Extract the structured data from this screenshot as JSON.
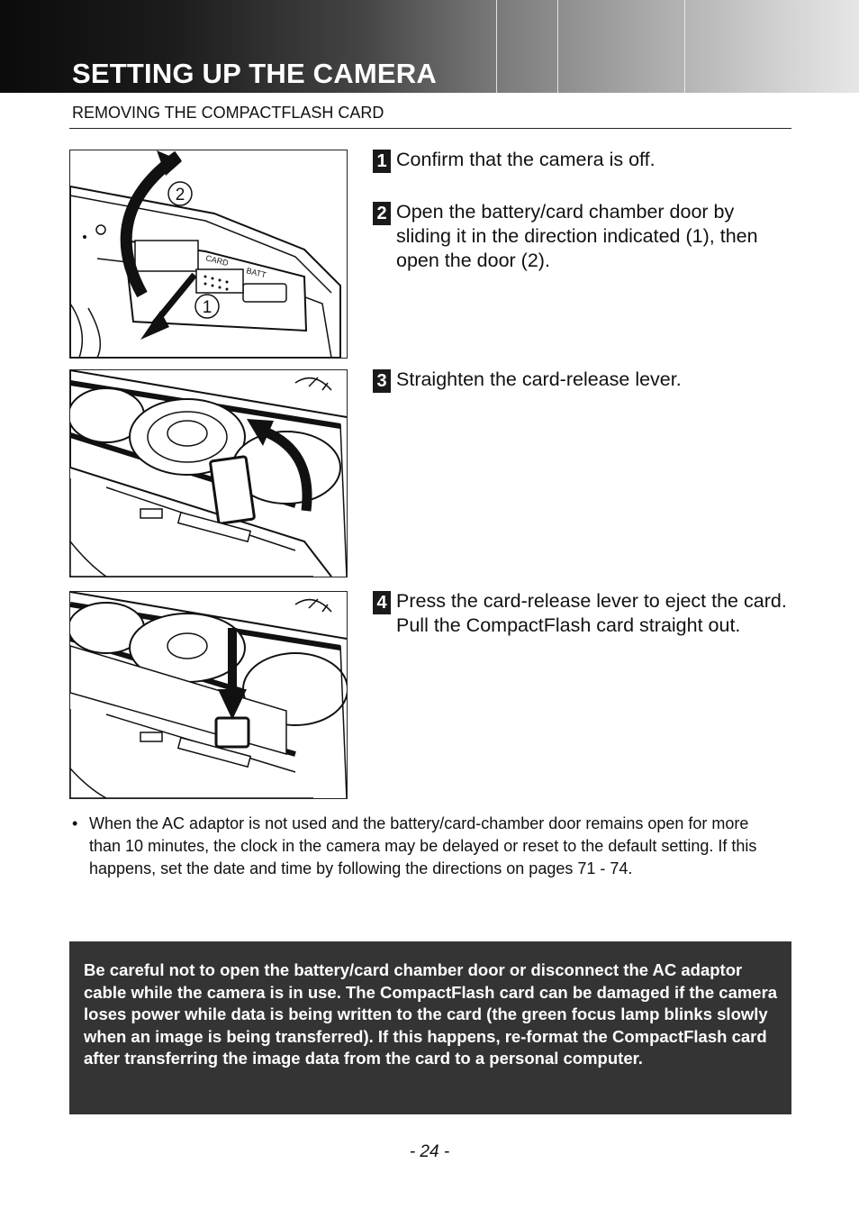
{
  "header": {
    "title": "SETTING UP THE CAMERA",
    "subtitle": "REMOVING THE COMPACTFLASH CARD"
  },
  "steps": [
    {
      "number": "1",
      "text": "Confirm that the camera is off."
    },
    {
      "number": "2",
      "text": "Open the battery/card chamber door by sliding it in the direction indicated (1), then open the door (2)."
    },
    {
      "number": "3",
      "text": "Straighten the card-release lever."
    },
    {
      "number": "4",
      "text": "Press the card-release lever to eject the card. Pull the CompactFlash card straight out."
    }
  ],
  "illustrations": {
    "door": {
      "label_1": "1",
      "label_2": "2",
      "card_label": "CARD",
      "batt_label": "BATT"
    }
  },
  "note": {
    "bullet": "•",
    "text": "When the AC adaptor is not used and the battery/card-chamber door remains open for more than 10 minutes, the clock in the camera may be delayed or reset to the default setting. If this happens, set the date and time by following the directions on pages 71 - 74."
  },
  "caution": {
    "text": "Be careful not to open the battery/card chamber door or disconnect the AC adaptor cable while the camera is in use. The CompactFlash card can be damaged if the camera loses power while data is being written to the card (the green focus lamp blinks slowly when an image is being transferred). If this happens, re-format the CompactFlash card after transferring the image data from the card to a personal computer."
  },
  "footer": {
    "page_number": "- 24 -"
  }
}
